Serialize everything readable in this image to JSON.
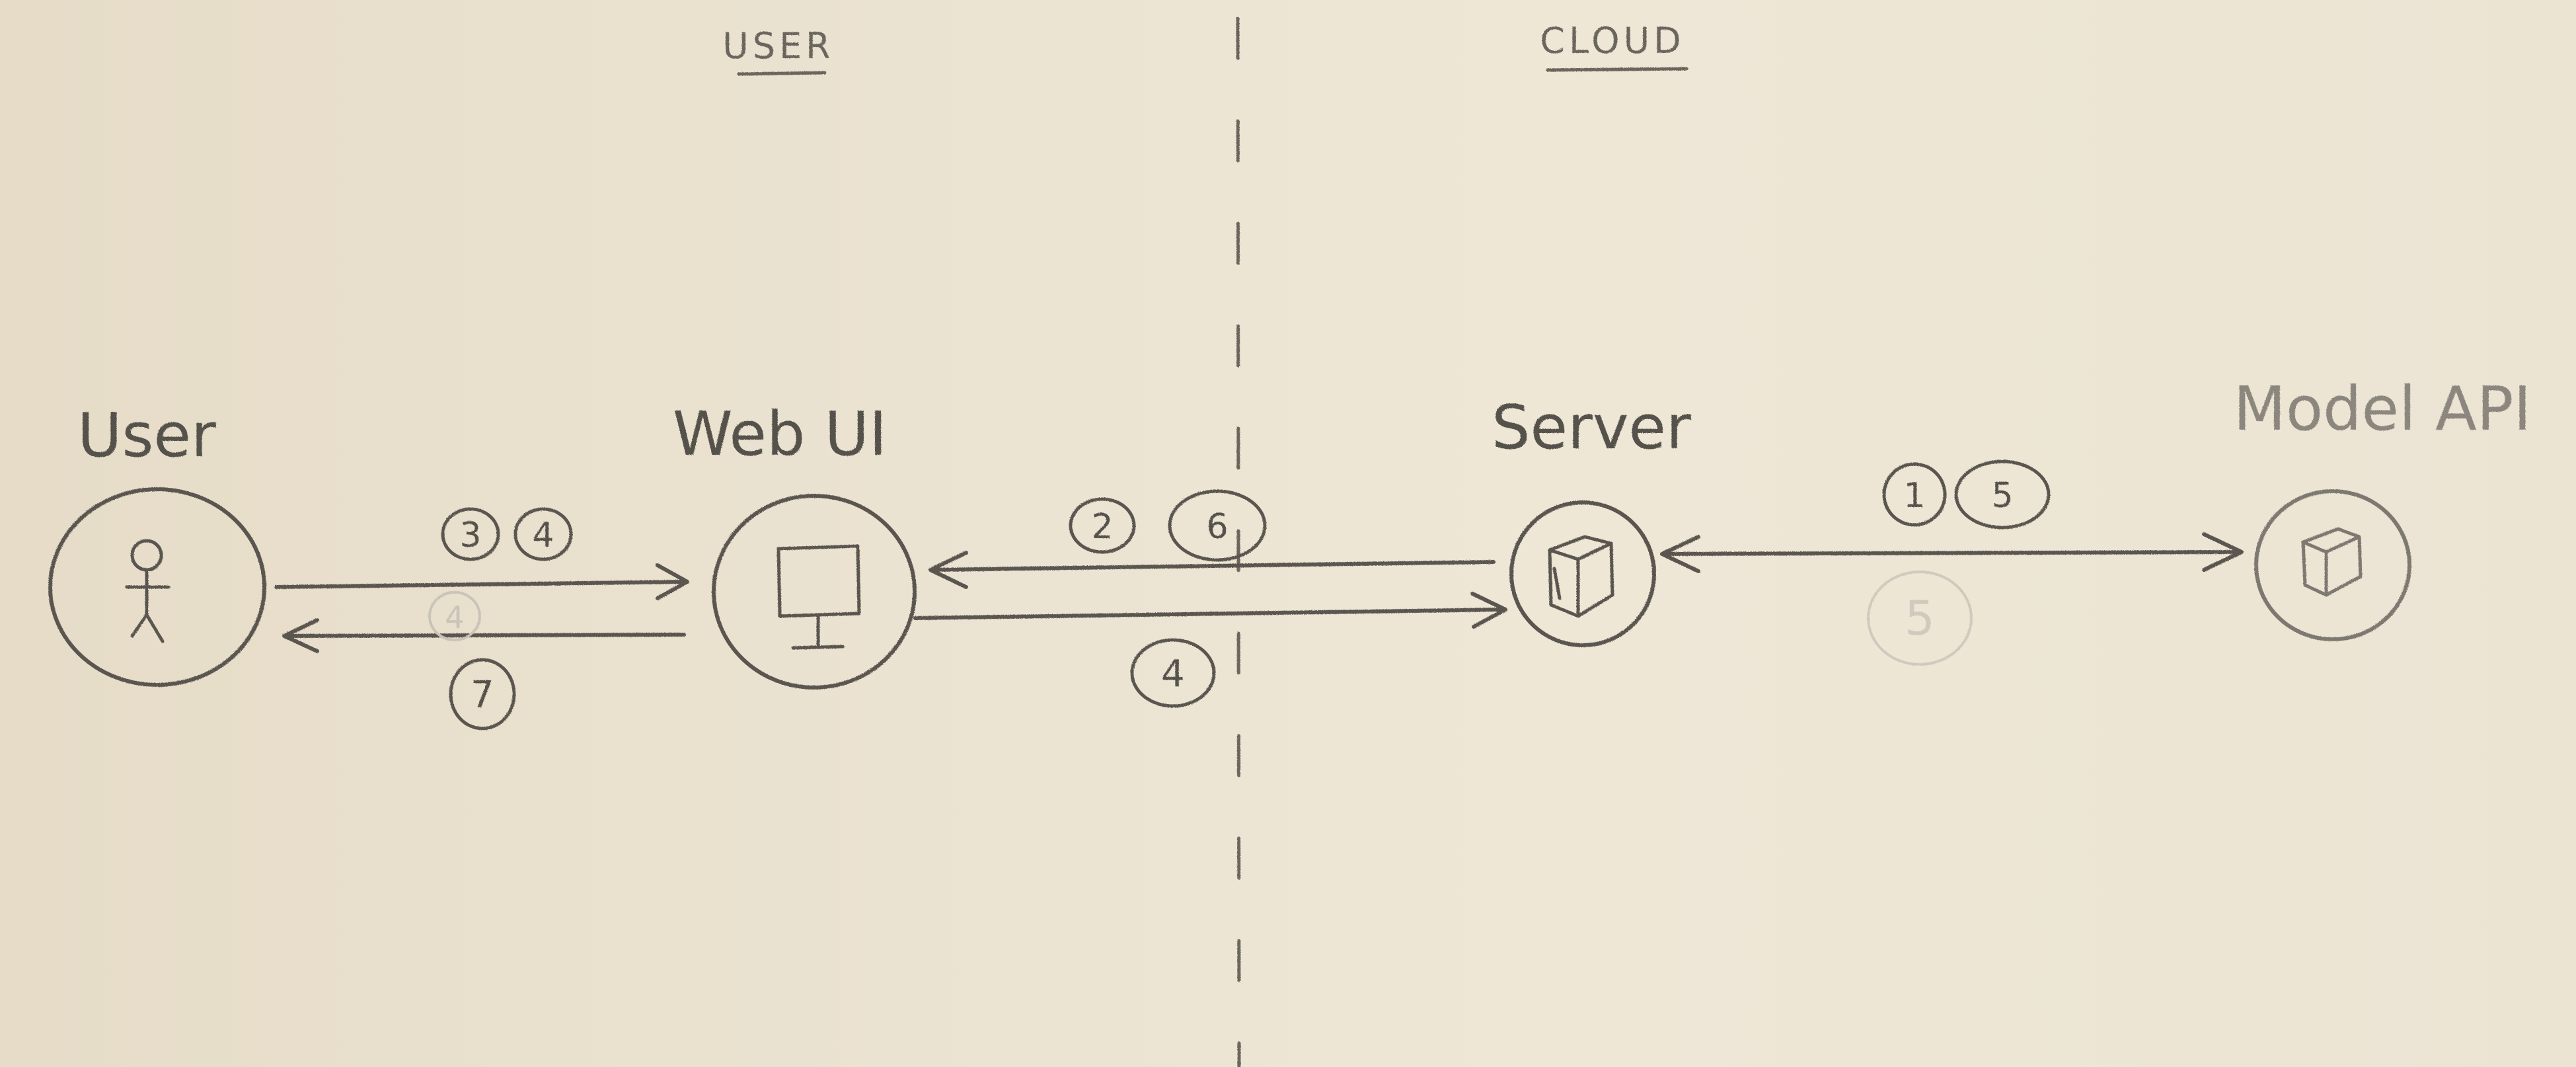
{
  "colors": {
    "paper": "#ebe3d1",
    "pencil": "#5a5650",
    "pencil_light": "#b4aea3"
  },
  "zones": {
    "left": "USER",
    "right": "CLOUD"
  },
  "nodes": [
    {
      "id": "user",
      "label": "User",
      "icon": "stick-figure-icon"
    },
    {
      "id": "webui",
      "label": "Web UI",
      "icon": "monitor-icon"
    },
    {
      "id": "server",
      "label": "Server",
      "icon": "server-box-icon"
    },
    {
      "id": "modelapi",
      "label": "Model API",
      "icon": "server-box-icon"
    }
  ],
  "edges": [
    {
      "id": "user-to-webui",
      "from": "user",
      "to": "webui",
      "steps": [
        "3",
        "4"
      ]
    },
    {
      "id": "webui-to-user",
      "from": "webui",
      "to": "user",
      "steps": [
        "7"
      ],
      "faint_steps": [
        "4"
      ]
    },
    {
      "id": "server-to-webui",
      "from": "server",
      "to": "webui",
      "steps": [
        "2",
        "6"
      ]
    },
    {
      "id": "webui-to-server",
      "from": "webui",
      "to": "server",
      "steps": [
        "4"
      ]
    },
    {
      "id": "server-modelapi",
      "from": "server",
      "to": "modelapi",
      "bidirectional": true,
      "steps": [
        "1",
        "5"
      ],
      "faint_steps": [
        "5"
      ]
    }
  ]
}
